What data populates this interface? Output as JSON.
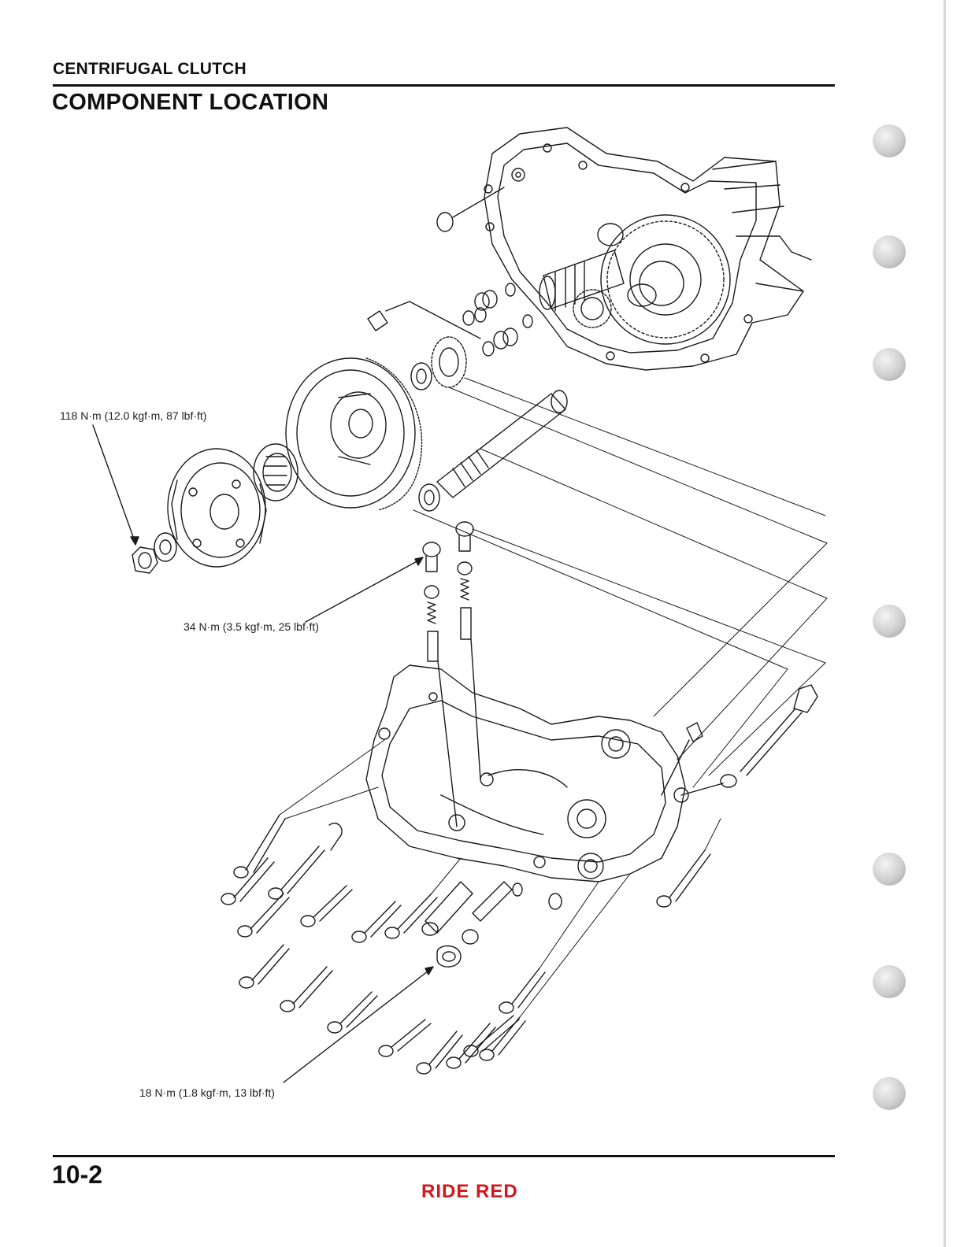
{
  "header": {
    "section_title": "CENTRIFUGAL CLUTCH",
    "page_title": "COMPONENT LOCATION"
  },
  "callouts": {
    "torque_118": "118 N·m (12.0 kgf·m, 87 lbf·ft)",
    "torque_34": "34 N·m (3.5 kgf·m, 25 lbf·ft)",
    "torque_18": "18 N·m (1.8 kgf·m, 13 lbf·ft)"
  },
  "footer": {
    "page_number": "10-2",
    "brand": "RIDE RED"
  },
  "colors": {
    "brand": "#d4161d",
    "text": "#111111",
    "line_art": "#1a1a1a"
  }
}
